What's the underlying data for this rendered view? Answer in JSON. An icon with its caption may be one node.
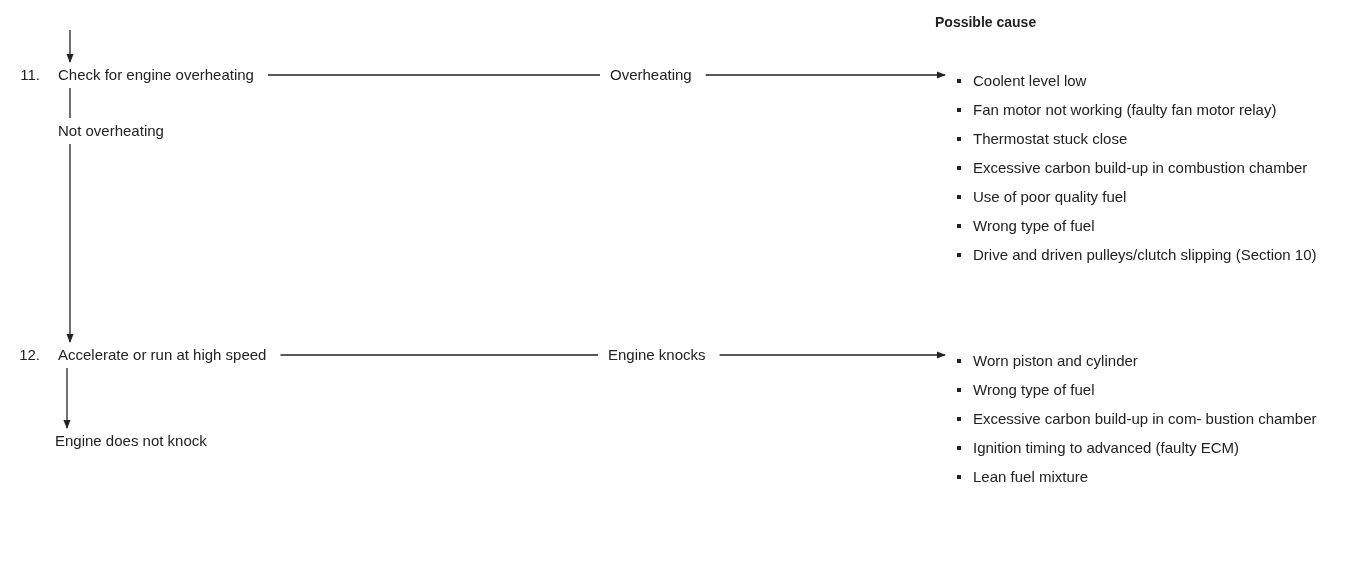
{
  "diagram": {
    "nodes": [
      {
        "text": [
          "Check for engine overheating"
        ],
        "beside": [
          "11."
        ]
      },
      {
        "text": [
          "Overheating"
        ]
      },
      {
        "text": [
          "Coolent level low",
          "Fan motor not working (faulty fan motor relay)",
          "Thermostat stuck close",
          "Excessive carbon build-up in combustion chamber",
          "Use of poor quality fuel",
          "Wrong type of fuel",
          "Drive and driven pulleys/clutch slipping (Section 10)"
        ]
      },
      {
        "text": [
          "Not overheating"
        ]
      },
      {
        "text": [
          "Accelerate or run at high speed"
        ],
        "beside": [
          "12."
        ]
      },
      {
        "text": [
          "Engine knocks"
        ]
      },
      {
        "text": [
          "Worn piston and cylinder",
          "Wrong type of fuel",
          "Excessive carbon build-up in com- bustion chamber",
          "Ignition timing to advanced (faulty ECM)",
          "Lean fuel mixture"
        ]
      },
      {
        "text": [
          "Engine does not knock"
        ]
      }
    ],
    "edges": [
      {
        "from": null,
        "to": 0,
        "arrow": "to"
      },
      {
        "from": 0,
        "to": 1,
        "arrow": "none"
      },
      {
        "from": 1,
        "to": 2,
        "arrow": "to"
      },
      {
        "from": 0,
        "to": 3,
        "arrow": "none"
      },
      {
        "from": 3,
        "to": 4,
        "arrow": "to"
      },
      {
        "from": 4,
        "to": 5,
        "arrow": "none"
      },
      {
        "from": 5,
        "to": 6,
        "arrow": "to"
      },
      {
        "from": 4,
        "to": 7,
        "arrow": "to"
      }
    ],
    "labels": [
      "Possible cause"
    ]
  }
}
